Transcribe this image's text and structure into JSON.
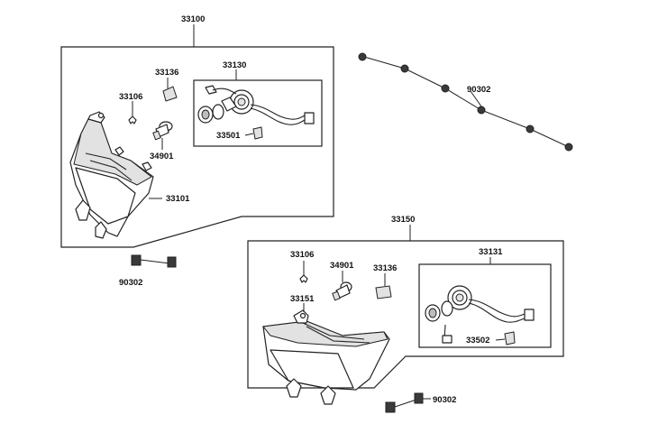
{
  "diagram": {
    "labels": {
      "upper_assembly": "33100",
      "upper_lens_housing": "33101",
      "upper_socket_wiring": "33130",
      "upper_reflector_piece": "33136",
      "upper_clip": "33106",
      "upper_bulb": "34901",
      "upper_socket_cap": "33501",
      "upper_screw": "90302",
      "screw_chain": "90302",
      "lower_assembly": "33150",
      "lower_lens_housing": "33151",
      "lower_socket_wiring": "33131",
      "lower_reflector_piece": "33136",
      "lower_clip": "33106",
      "lower_bulb": "34901",
      "lower_socket_cap": "33502",
      "lower_screw": "90302"
    }
  }
}
